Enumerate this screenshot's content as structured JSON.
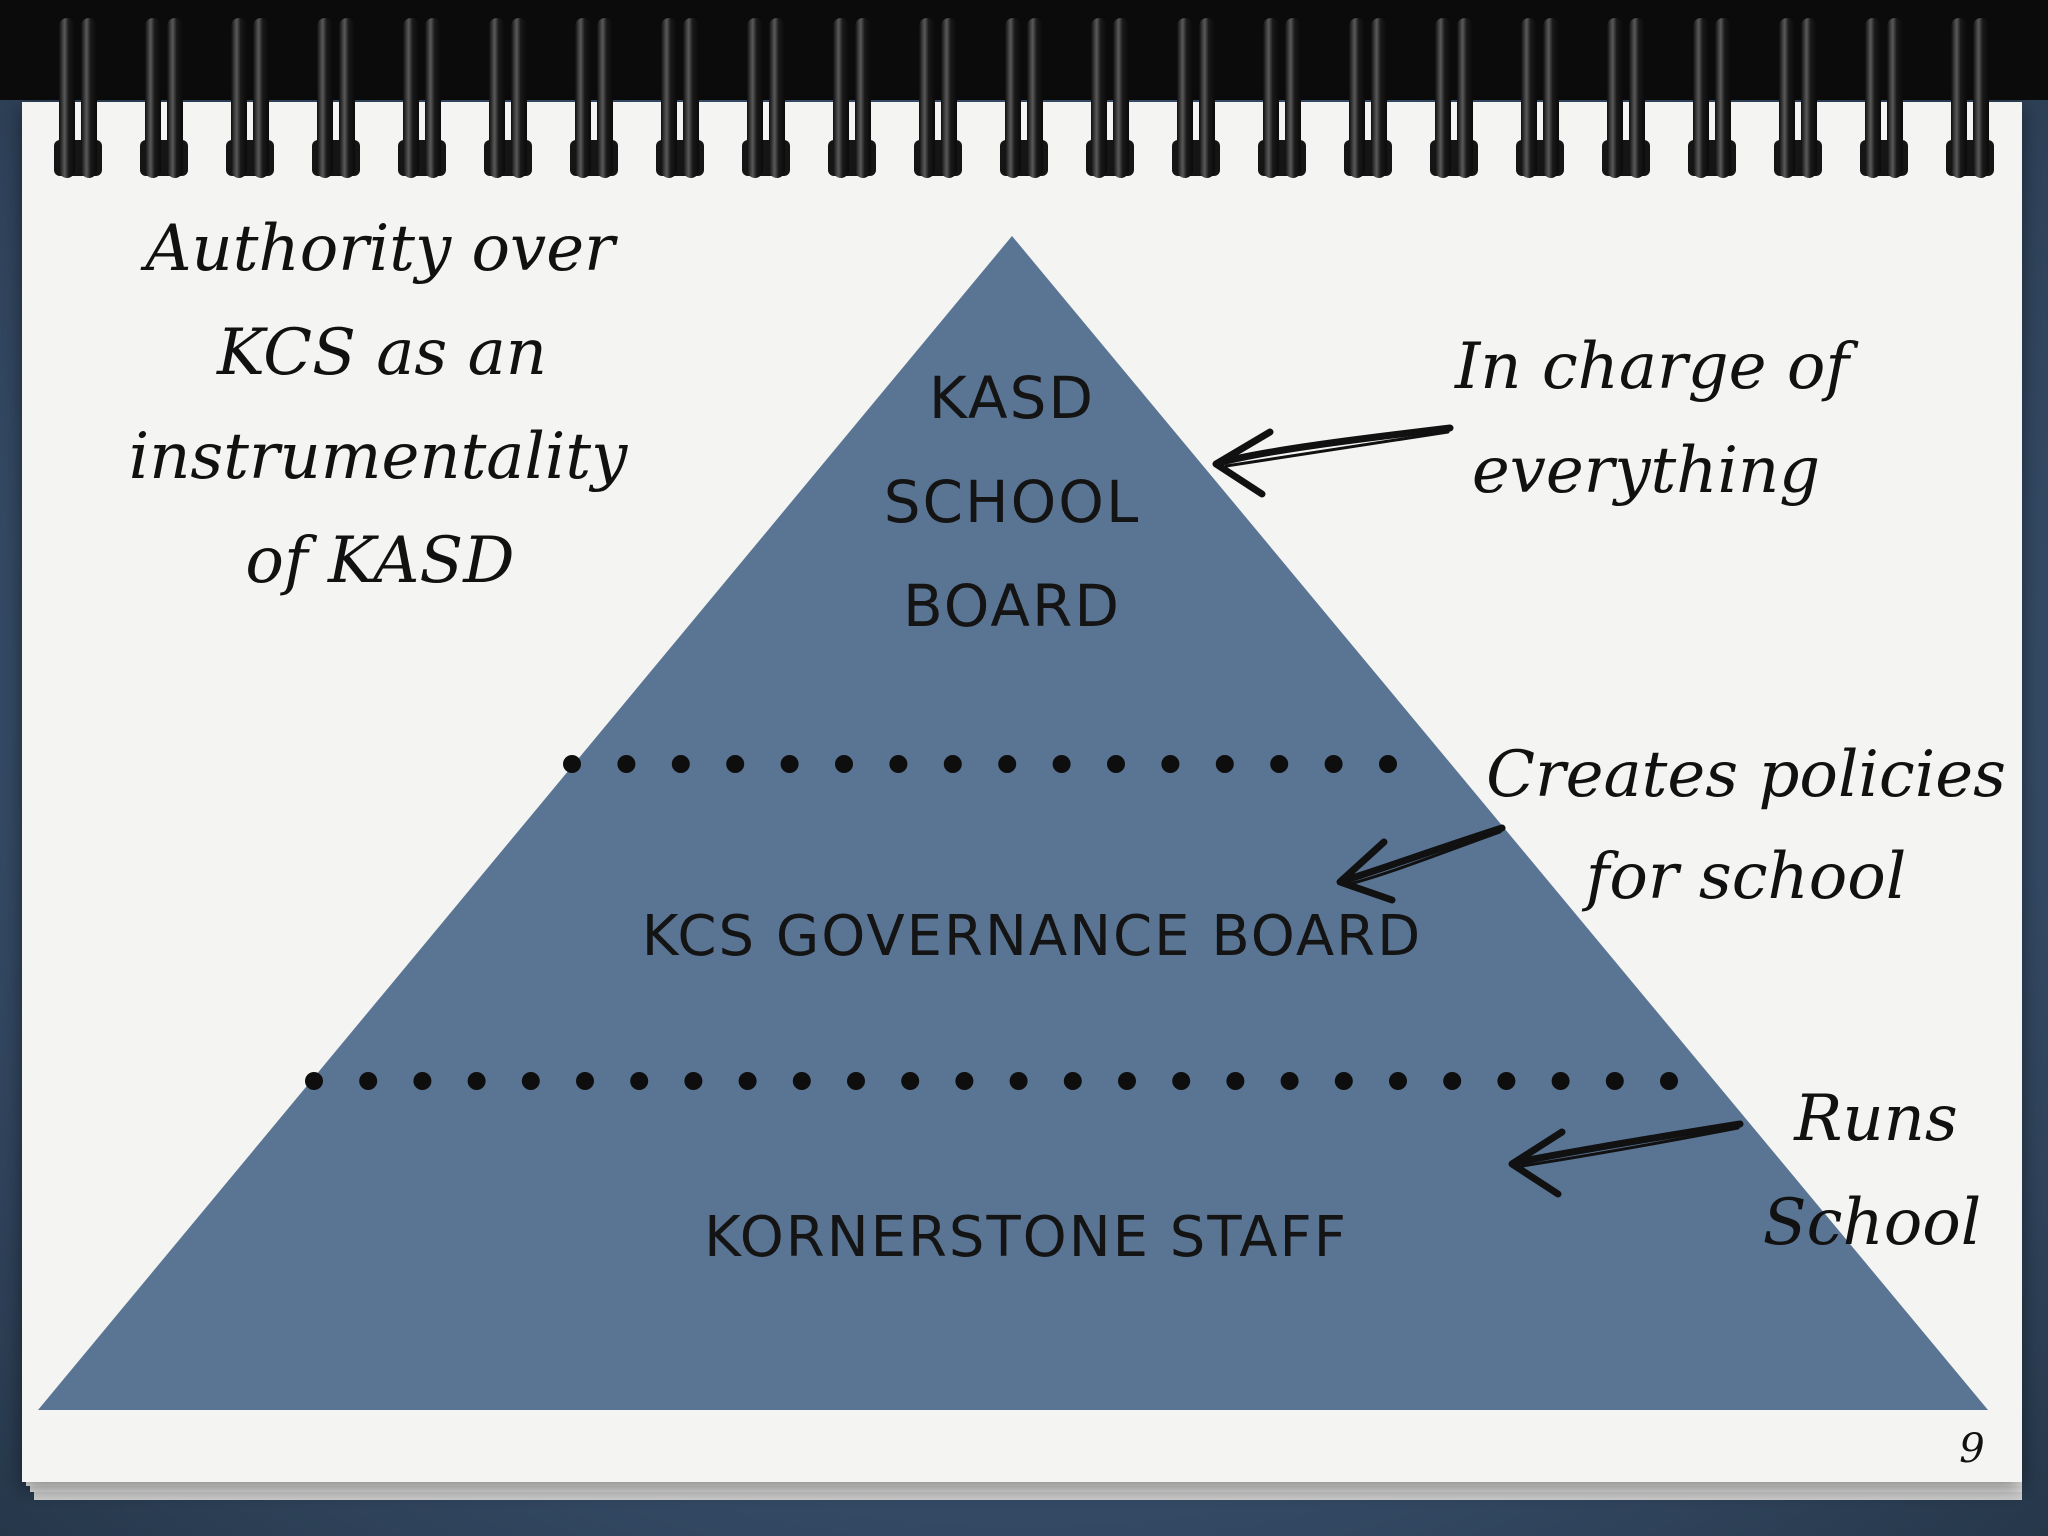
{
  "slide": {
    "page_number": "9",
    "colors": {
      "background": "#3a5270",
      "paper": "#f4f4f2",
      "pyramid": "#5a7594",
      "ink": "#111111",
      "binding": "#1c1c1c"
    }
  },
  "pyramid": {
    "tiers": [
      {
        "lines": [
          "KASD",
          "SCHOOL",
          "BOARD"
        ]
      },
      {
        "lines": [
          "KCS GOVERNANCE BOARD"
        ]
      },
      {
        "lines": [
          "KORNERSTONE STAFF"
        ]
      }
    ]
  },
  "annotations": {
    "left": {
      "lines": [
        "Authority over",
        "KCS as an",
        "instrumentality",
        "of KASD"
      ]
    },
    "top_right": {
      "lines": [
        "In charge of",
        "everything"
      ]
    },
    "middle_right": {
      "lines": [
        "Creates policies",
        "for school"
      ]
    },
    "bottom_right": {
      "lines": [
        "Runs",
        "School"
      ]
    }
  }
}
